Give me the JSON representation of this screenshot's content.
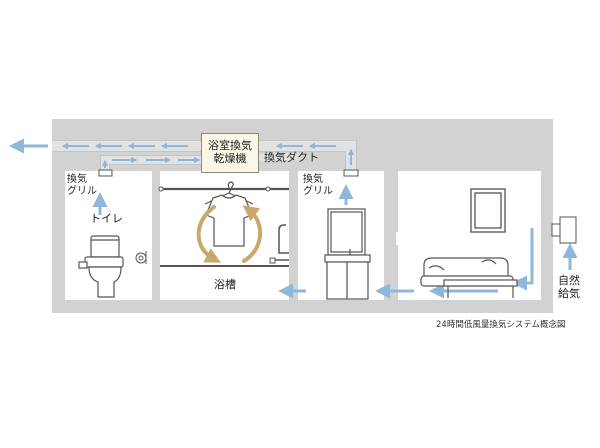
{
  "labels": {
    "dryer_line1": "浴室換気",
    "dryer_line2": "乾燥機",
    "duct": "換気ダクト",
    "grille_left_line1": "換気",
    "grille_left_line2": "グリル",
    "grille_right_line1": "換気",
    "grille_right_line2": "グリル",
    "toilet": "トイレ",
    "bathtub": "浴槽",
    "natural_line1": "自然",
    "natural_line2": "給気",
    "caption": "24時間低風量換気システム概念図"
  },
  "colors": {
    "wall": "#d2d2d2",
    "room": "#ffffff",
    "arrow": "#8fb6db",
    "duct": "#e2e2e2",
    "dryer_fill": "#fbf6e6",
    "circular_arrow": "#c9a96a",
    "fixture_line": "#555555"
  },
  "icons": [
    "dryer-unit-icon",
    "toilet-icon",
    "shirt-icon",
    "hanger-icon",
    "faucet-icon",
    "vanity-icon",
    "sofa-icon",
    "coffee-table-icon",
    "wall-picture-icon",
    "air-inlet-icon",
    "exhaust-grille-icon"
  ]
}
